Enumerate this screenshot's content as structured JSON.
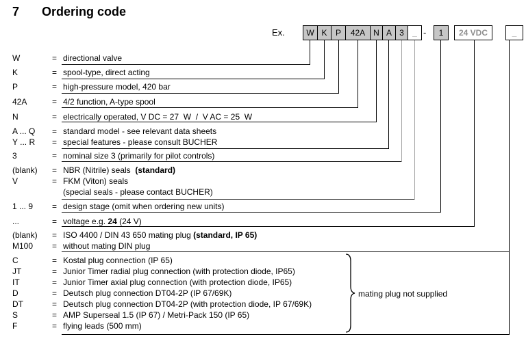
{
  "title": {
    "number": "7",
    "text": "Ordering code"
  },
  "example": {
    "label": "Ex.",
    "separator": "-",
    "boxes": [
      {
        "label": "W",
        "filled": true
      },
      {
        "label": "K",
        "filled": true
      },
      {
        "label": "P",
        "filled": true
      },
      {
        "label": "42A",
        "filled": true
      },
      {
        "label": "N",
        "filled": true
      },
      {
        "label": "A",
        "filled": true
      },
      {
        "label": "3",
        "filled": true
      },
      {
        "label": "_",
        "filled": false
      },
      {
        "label": "1",
        "filled": true
      },
      {
        "label": "24 VDC",
        "filled": false
      },
      {
        "label": "_",
        "filled": false
      }
    ]
  },
  "rows": [
    {
      "code": "W",
      "eq": "=",
      "parts": [
        {
          "t": "directional valve"
        }
      ]
    },
    {
      "code": "K",
      "eq": "=",
      "parts": [
        {
          "t": "spool-type, direct acting"
        }
      ]
    },
    {
      "code": "P",
      "eq": "=",
      "parts": [
        {
          "t": "high-pressure model, 420 bar"
        }
      ]
    },
    {
      "code": "42A",
      "eq": "=",
      "parts": [
        {
          "t": "4/2 function, A-type spool"
        }
      ]
    },
    {
      "code": "N",
      "eq": "=",
      "parts": [
        {
          "t": "electrically operated, V DC = 27  W  /  V AC = 25  W"
        }
      ]
    },
    {
      "code": "A ... Q",
      "eq": "=",
      "parts": [
        {
          "t": "standard model - see relevant data sheets"
        }
      ]
    },
    {
      "code": "Y ... R",
      "eq": "=",
      "parts": [
        {
          "t": "special features - please consult BUCHER"
        }
      ]
    },
    {
      "code": "3",
      "eq": "=",
      "parts": [
        {
          "t": "nominal size 3 (primarily for pilot controls)"
        }
      ]
    },
    {
      "code": "(blank)",
      "eq": "=",
      "parts": [
        {
          "t": "NBR (Nitrile) seals  "
        },
        {
          "t": "(standard)",
          "b": true
        }
      ]
    },
    {
      "code": "V",
      "eq": "=",
      "parts": [
        {
          "t": "FKM (Viton) seals"
        }
      ]
    },
    {
      "code": "",
      "eq": "",
      "parts": [
        {
          "t": "(special seals - please contact BUCHER)"
        }
      ]
    },
    {
      "code": "1 ... 9",
      "eq": "=",
      "parts": [
        {
          "t": "design stage (omit when ordering new units)"
        }
      ]
    },
    {
      "code": "...",
      "eq": "=",
      "parts": [
        {
          "t": "voltage e.g. "
        },
        {
          "t": "24",
          "b": true
        },
        {
          "t": " (24 V)"
        }
      ]
    },
    {
      "code": "(blank)",
      "eq": "=",
      "parts": [
        {
          "t": "ISO 4400 / DIN 43 650 mating plug "
        },
        {
          "t": "(standard, IP 65)",
          "b": true
        }
      ]
    },
    {
      "code": "M100",
      "eq": "=",
      "parts": [
        {
          "t": "without mating DIN plug"
        }
      ]
    },
    {
      "code": "C",
      "eq": "=",
      "parts": [
        {
          "t": "Kostal plug connection (IP 65)"
        }
      ]
    },
    {
      "code": "JT",
      "eq": "=",
      "parts": [
        {
          "t": "Junior Timer radial plug connection (with protection diode, IP65)"
        }
      ]
    },
    {
      "code": "IT",
      "eq": "=",
      "parts": [
        {
          "t": "Junior Timer axial plug connection (with protection diode, IP65)"
        }
      ]
    },
    {
      "code": "D",
      "eq": "=",
      "parts": [
        {
          "t": "Deutsch plug connection DT04-2P (IP 67/69K)"
        }
      ]
    },
    {
      "code": "DT",
      "eq": "=",
      "parts": [
        {
          "t": "Deutsch plug connection DT04-2P (with protection diode, IP 67/69K)"
        }
      ]
    },
    {
      "code": "S",
      "eq": "=",
      "parts": [
        {
          "t": "AMP Superseal 1.5 (IP 67) / Metri-Pack 150 (IP 65)"
        }
      ]
    },
    {
      "code": "F",
      "eq": "=",
      "parts": [
        {
          "t": "flying leads (500 mm)"
        }
      ]
    }
  ],
  "brace_note": "mating plug not supplied",
  "colors": {
    "box_fill": "#c6c6c6",
    "line": "#000000",
    "gray_line": "#a2a2a2",
    "blank_glyph": "#8f8f8f"
  }
}
